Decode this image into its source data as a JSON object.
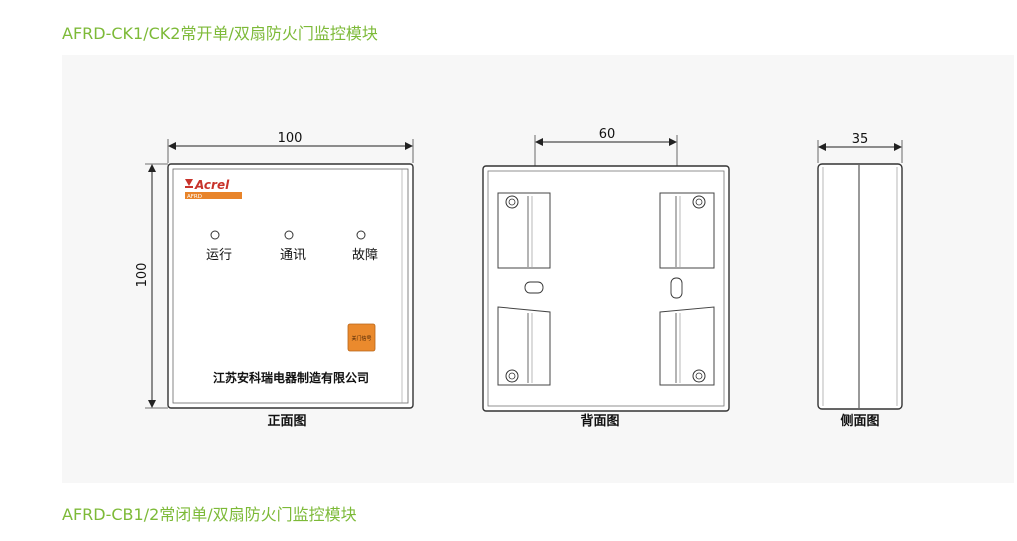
{
  "sections": [
    {
      "title": "AFRD-CK1/CK2常开单/双扇防火门监控模块"
    },
    {
      "title": "AFRD-CB1/2常闭单/双扇防火门监控模块"
    }
  ],
  "drawing": {
    "front": {
      "width_dim": "100",
      "height_dim": "100",
      "logo_text": "Acrel",
      "logo_sub": "AFRD",
      "indicators": [
        "运行",
        "通讯",
        "故障"
      ],
      "button_label": "关门信号",
      "company": "江苏安科瑞电器制造有限公司",
      "caption": "正面图"
    },
    "back": {
      "spacing_dim": "60",
      "caption": "背面图"
    },
    "side": {
      "depth_dim": "35",
      "caption": "侧面图"
    }
  },
  "colors": {
    "title_green": "#7dba38",
    "panel_bg": "#f7f7f7",
    "logo_red": "#c8332b",
    "logo_orange": "#e8842a",
    "button_orange": "#ea8a2d",
    "line": "#333333"
  }
}
